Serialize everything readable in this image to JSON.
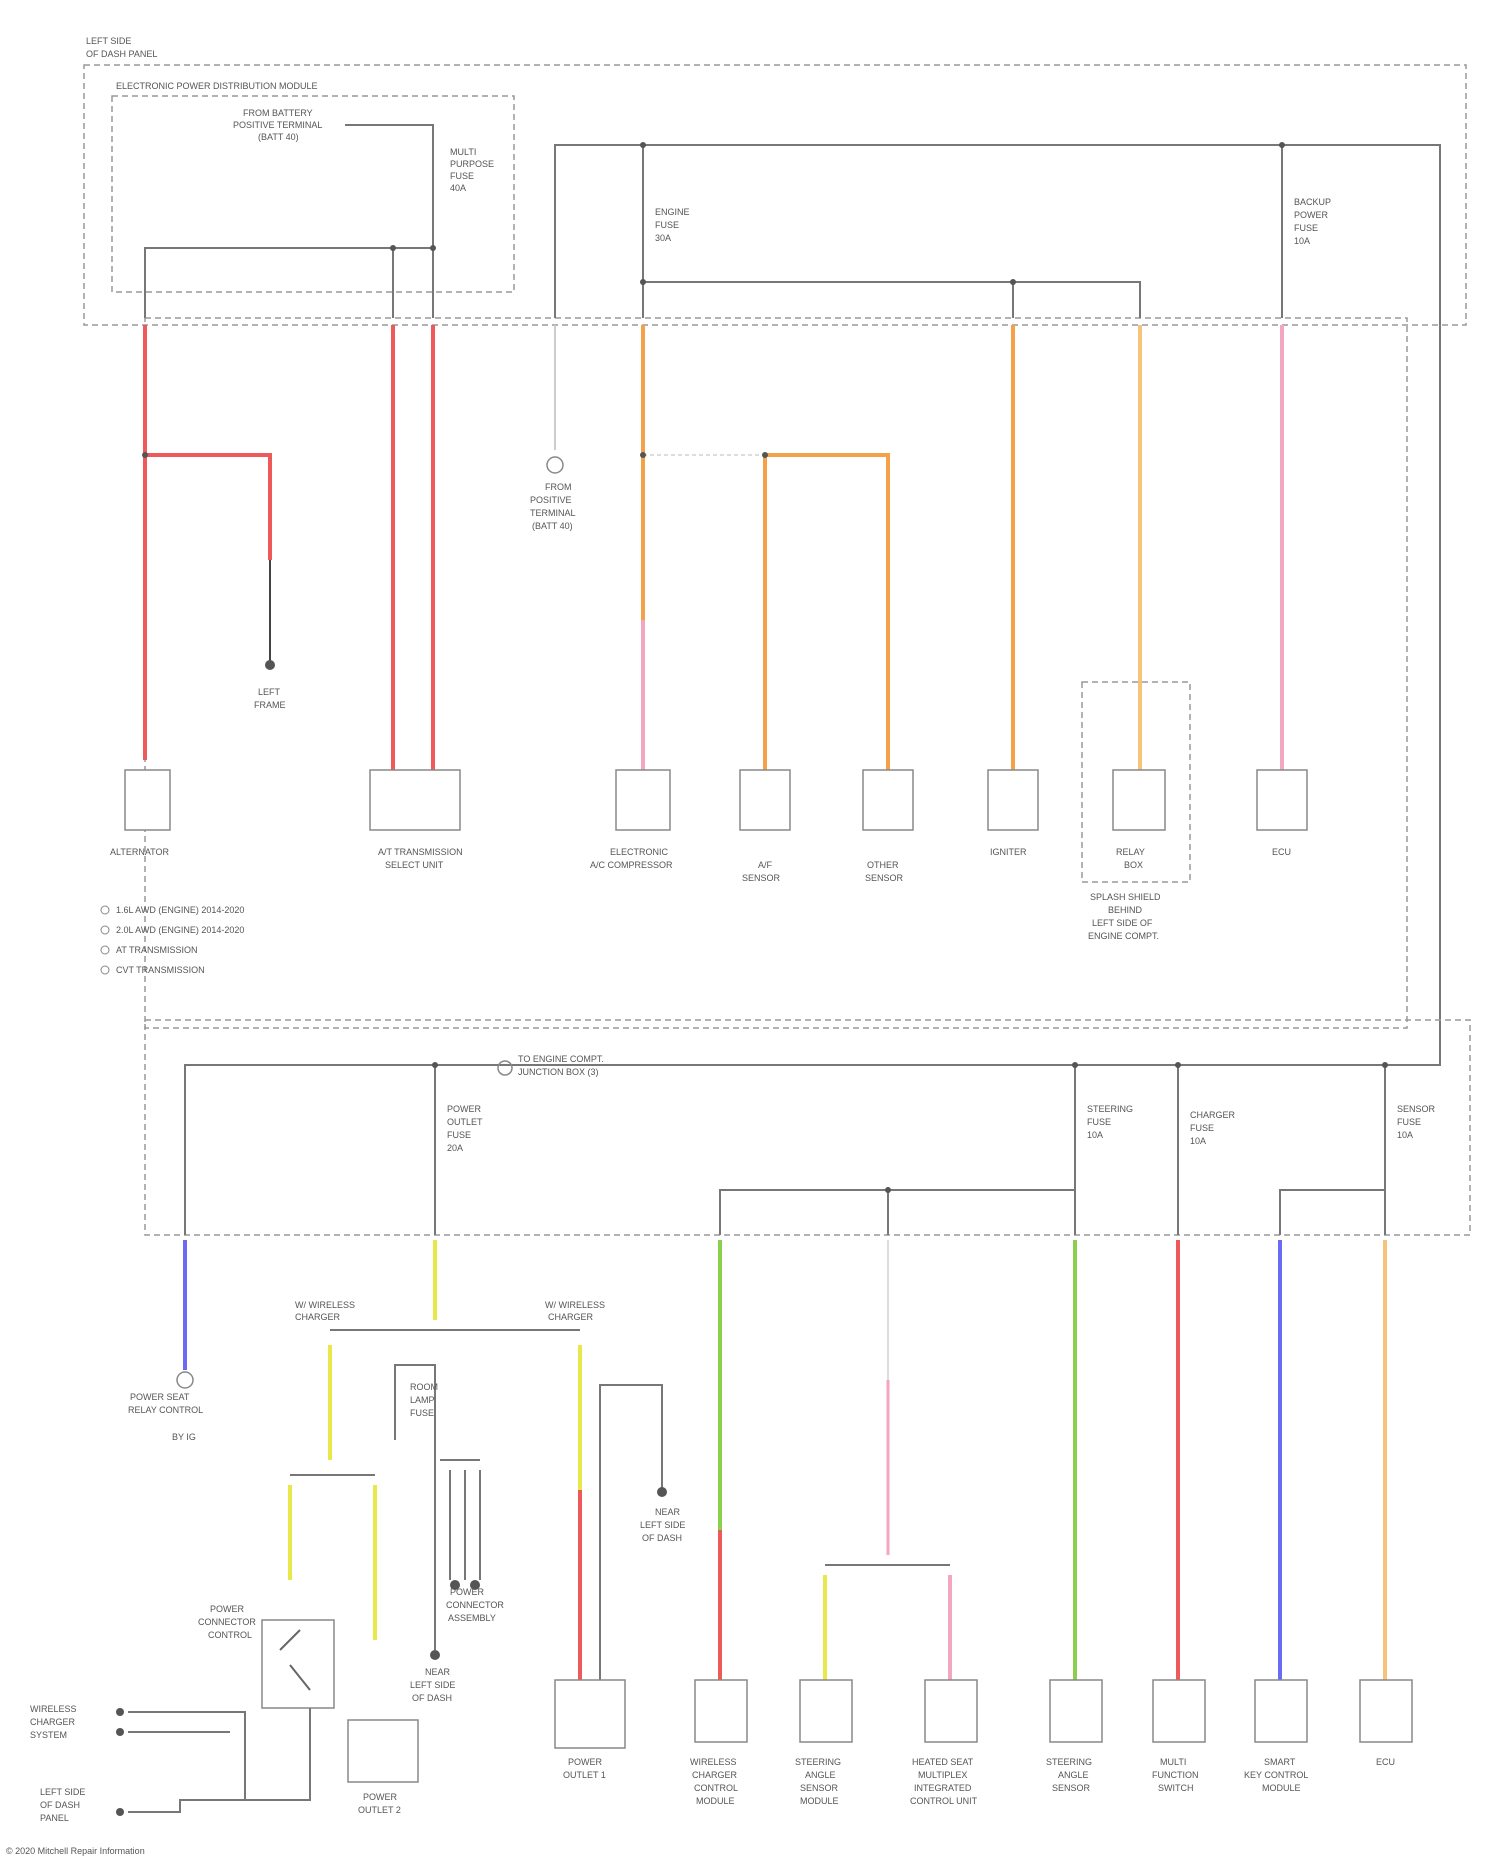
{
  "diagram": {
    "title_block": {
      "line1": "LEFT SIDE",
      "line2": "OF DASH PANEL",
      "inner_label": "ELECTRONIC POWER DISTRIBUTION MODULE"
    },
    "top_left_labels": {
      "from_battery": "FROM BATTERY",
      "from_battery_2": "POSITIVE TERMINAL",
      "from_battery_3": "(BATT 40)",
      "fuse_multi": "MULTI",
      "fuse_multi_2": "PURPOSE",
      "fuse_multi_3": "FUSE",
      "fuse_multi_4": "40A"
    },
    "top_fuses": [
      {
        "name": "ENGINE",
        "line2": "FUSE",
        "line3": "30A"
      },
      {
        "name": "BACKUP",
        "line2": "POWER",
        "line3": "FUSE",
        "line4": "10A"
      }
    ],
    "upper_components": [
      {
        "label": "ALTERNATOR"
      },
      {
        "label": "A/T TRANSMISSION SELECT UNIT",
        "line1": "A/T TRANSMISSION",
        "line2": "SELECT UNIT"
      },
      {
        "label": "ELECTRONIC A/C COMPRESSOR",
        "line1": "ELECTRONIC",
        "line2": "A/C COMPRESSOR"
      },
      {
        "label": "A/F SENSOR",
        "line1": "A/F",
        "line2": "SENSOR"
      },
      {
        "label": "OTHER SENSOR",
        "line1": "OTHER",
        "line2": "SENSOR"
      },
      {
        "label": "IGNITER"
      },
      {
        "label": "RELAY",
        "line1": "RELAY",
        "line2": "BOX"
      },
      {
        "label": "ECU"
      }
    ],
    "upper_notes": {
      "ground": "LEFT",
      "ground_2": "FRAME",
      "connector": "FROM",
      "connector_2": "POSITIVE",
      "connector_3": "TERMINAL",
      "connector_4": "(BATT 40)",
      "relay_box_1": "SPLASH SHIELD",
      "relay_box_2": "BEHIND",
      "relay_box_3": "LEFT SIDE OF",
      "relay_box_4": "ENGINE COMPT."
    },
    "legend": [
      "1.6L AWD (ENGINE) 2014-2020",
      "2.0L AWD (ENGINE) 2014-2020",
      "AT TRANSMISSION",
      "CVT TRANSMISSION"
    ],
    "lower_labels": {
      "connector_ref": "TO ENGINE COMPT.",
      "connector_ref_2": "JUNCTION BOX (3)",
      "power_outlet_fuse": "POWER",
      "power_outlet_fuse_2": "OUTLET",
      "power_outlet_fuse_3": "FUSE",
      "power_outlet_fuse_4": "20A",
      "left_note": "POWER SEAT",
      "left_note_2": "RELAY CONTROL",
      "left_note_3": "BY IG",
      "branch_left": "W/ WIRELESS",
      "branch_left_2": "CHARGER",
      "branch_right": "W/ WIRELESS",
      "branch_right_2": "CHARGER",
      "power_connector": "POWER",
      "power_connector_2": "CONNECTOR",
      "power_connector_3": "CONTROL",
      "ground_left": "NEAR",
      "ground_left_2": "LEFT SIDE",
      "ground_left_3": "OF DASH",
      "ground_right": "NEAR",
      "ground_right_2": "LEFT SIDE",
      "ground_right_3": "OF DASH",
      "inline_conn": "POWER",
      "inline_conn_2": "CONNECTOR",
      "inline_conn_3": "ASSEMBLY",
      "bottom_left_1": "WIRELESS",
      "bottom_left_2": "CHARGER",
      "bottom_left_3": "SYSTEM",
      "bottom_left_4": "LEFT SIDE",
      "bottom_left_5": "OF DASH",
      "bottom_left_6": "PANEL",
      "small_conn_1": "ROOM",
      "small_conn_2": "LAMP",
      "small_conn_3": "FUSE"
    },
    "lower_fuses": [
      {
        "line1": "STEERING",
        "line2": "FUSE",
        "line3": "10A"
      },
      {
        "line1": "CHARGER",
        "line2": "FUSE",
        "line3": "10A"
      },
      {
        "line1": "SENSOR",
        "line2": "FUSE",
        "line3": "10A"
      }
    ],
    "lower_components": [
      {
        "line1": "POWER",
        "line2": "OUTLET 2"
      },
      {
        "line1": "POWER",
        "line2": "OUTLET 1"
      },
      {
        "line1": "WIRELESS",
        "line2": "CHARGER",
        "line3": "CONTROL",
        "line4": "MODULE"
      },
      {
        "line1": "STEERING",
        "line2": "ANGLE",
        "line3": "SENSOR",
        "line4": "MODULE"
      },
      {
        "line1": "HEATED SEAT",
        "line2": "MULTIPLEX",
        "line3": "INTEGRATED",
        "line4": "CONTROL UNIT"
      },
      {
        "line1": "STEERING",
        "line2": "ANGLE",
        "line3": "SENSOR"
      },
      {
        "line1": "MULTI",
        "line2": "FUNCTION",
        "line3": "SWITCH"
      },
      {
        "line1": "SMART",
        "line2": "KEY CONTROL",
        "line3": "MODULE"
      },
      {
        "line1": "ECU"
      }
    ],
    "footer": "© 2020 Mitchell Repair Information"
  },
  "colors": {
    "red": "#ee5a5a",
    "orange": "#f5a14a",
    "light_orange": "#f7c27a",
    "pink": "#f2a6c0",
    "yellow": "#e8e84a",
    "green": "#8ccf4e",
    "blue": "#6a6af2",
    "gray": "#777777"
  }
}
